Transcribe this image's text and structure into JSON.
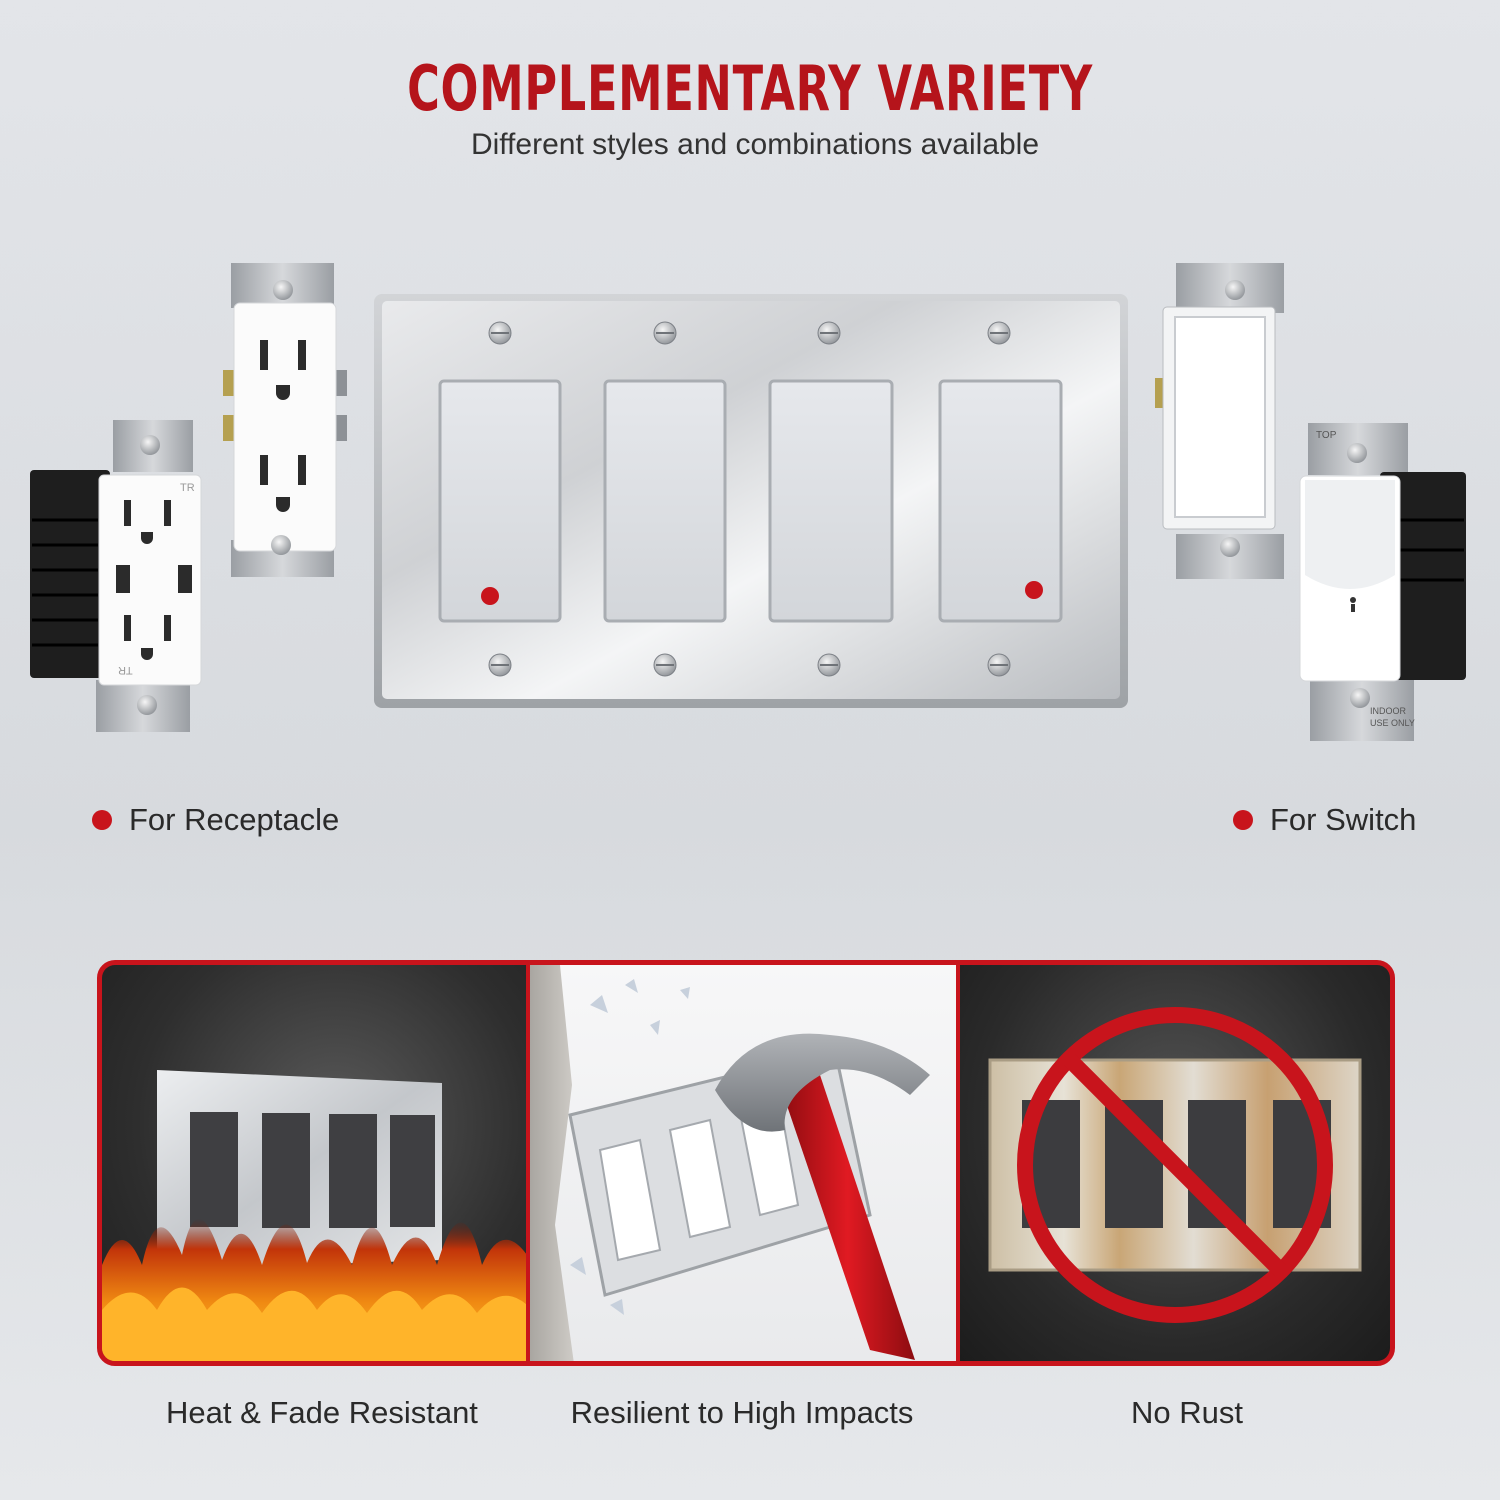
{
  "header": {
    "title": "COMPLEMENTARY  VARIETY",
    "subtitle": "Different styles and combinations available"
  },
  "legend": {
    "left_label": "For Receptacle",
    "right_label": "For Switch"
  },
  "features": [
    {
      "label": "Heat & Fade Resistant"
    },
    {
      "label": "Resilient to High Impacts"
    },
    {
      "label": "No Rust"
    }
  ],
  "device_text": {
    "tr_top": "TR",
    "tr_bottom": "TR",
    "top_label": "TOP",
    "indoor": "INDOOR",
    "use_only": "USE ONLY"
  },
  "colors": {
    "accent_red": "#c8141c",
    "title_red": "#b5141b",
    "text_dark": "#2a2a2a"
  }
}
